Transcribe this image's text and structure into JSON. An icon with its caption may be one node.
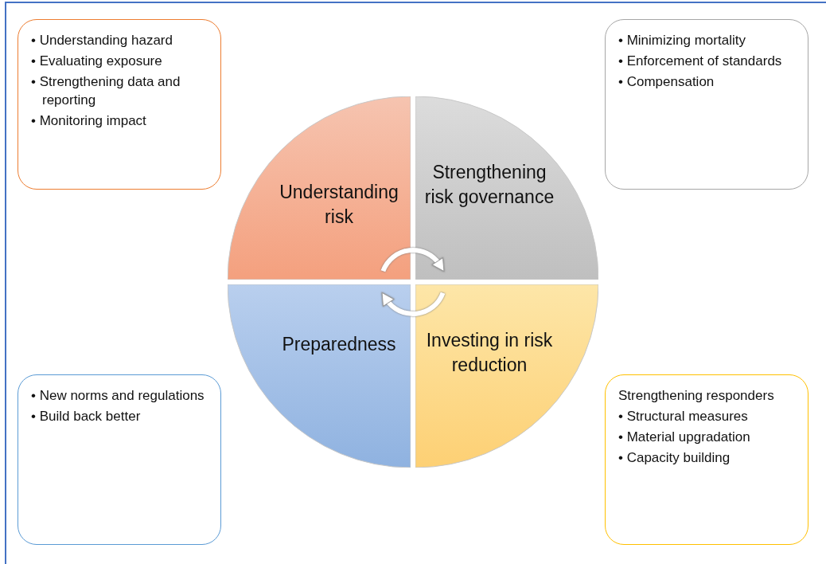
{
  "diagram": {
    "nodes": [
      {
        "text": [
          "• Understanding hazard",
          "• Evaluating exposure",
          "• Strengthening data and reporting",
          "• Monitoring impact"
        ]
      },
      {
        "text": [
          "• Minimizing mortality",
          "• Enforcement of standards",
          "• Compensation"
        ]
      },
      {
        "text": [
          "Understanding risk"
        ]
      },
      {
        "text": [
          "Strengthening risk governance"
        ]
      },
      {
        "text": [
          "Preparedness"
        ]
      },
      {
        "text": [
          "Investing in risk reduction"
        ]
      },
      {
        "text": [
          "• New norms and regulations",
          "• Build back better"
        ]
      },
      {
        "text": [
          "Strengthening responders",
          "• Structural measures",
          "• Material upgradation",
          "• Capacity building"
        ]
      }
    ],
    "edges": [
      {
        "from": 2,
        "to": 3,
        "arrow": "to"
      },
      {
        "from": 5,
        "to": 4,
        "arrow": "to"
      }
    ]
  }
}
